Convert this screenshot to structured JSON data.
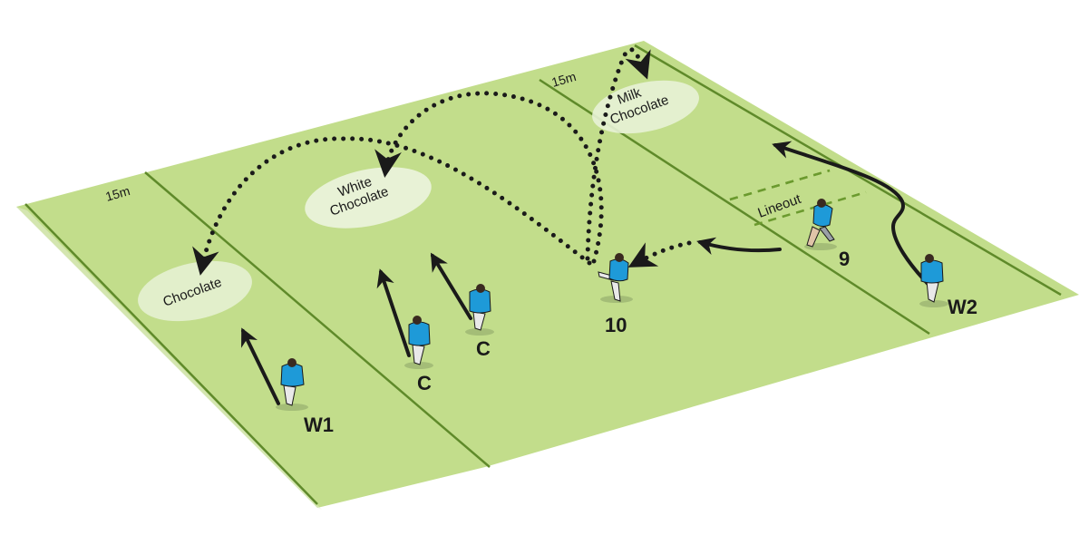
{
  "diagram": {
    "type": "rugby-drill",
    "colors": {
      "pitch": "#c2dd8b",
      "pitch_line": "#5f8a2a",
      "zone_fill": "#e8f2d6",
      "jersey": "#1e9ad8",
      "ink": "#1a1a1a"
    },
    "distance_markers": [
      {
        "id": "left",
        "text": "15m"
      },
      {
        "id": "right",
        "text": "15m"
      }
    ],
    "zones": [
      {
        "id": "chocolate",
        "lines": [
          "Chocolate"
        ]
      },
      {
        "id": "white-chocolate",
        "lines": [
          "White",
          "Chocolate"
        ]
      },
      {
        "id": "milk-chocolate",
        "lines": [
          "Milk",
          "Chocolate"
        ]
      }
    ],
    "lineout": {
      "label": "Lineout"
    },
    "players": [
      {
        "id": "w1",
        "label": "W1"
      },
      {
        "id": "c1",
        "label": "C"
      },
      {
        "id": "c2",
        "label": "C"
      },
      {
        "id": "ten",
        "label": "10"
      },
      {
        "id": "nine",
        "label": "9"
      },
      {
        "id": "w2",
        "label": "W2"
      }
    ],
    "paths": [
      {
        "from": "nine",
        "to": "ten",
        "kind": "pass"
      },
      {
        "from": "ten",
        "to": "chocolate",
        "kind": "kick"
      },
      {
        "from": "ten",
        "to": "white-chocolate",
        "kind": "kick"
      },
      {
        "from": "ten",
        "to": "milk-chocolate",
        "kind": "kick"
      },
      {
        "from": "w1",
        "to": "chocolate",
        "kind": "run"
      },
      {
        "from": "c1",
        "to": "white-chocolate",
        "kind": "run"
      },
      {
        "from": "c2",
        "to": "white-chocolate",
        "kind": "run"
      },
      {
        "from": "nine",
        "to": "ten",
        "kind": "run"
      },
      {
        "from": "w2",
        "to": "milk-chocolate",
        "kind": "run"
      }
    ]
  }
}
